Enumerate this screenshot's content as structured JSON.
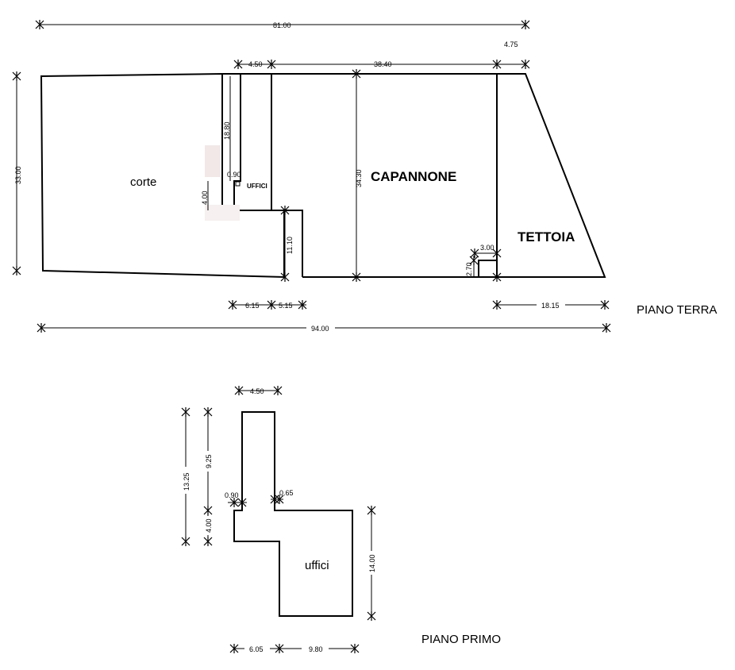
{
  "ground_floor": {
    "title": "PIANO TERRA",
    "rooms": {
      "court": "corte",
      "warehouse": "CAPANNONE",
      "canopy": "TETTOIA",
      "offices": "UFFICI"
    },
    "dims": {
      "total_top": "81.00",
      "canopy_top": "4.75",
      "office_width": "4.50",
      "warehouse_width": "38.40",
      "depth_left": "33.00",
      "office_depth": "18.80",
      "small_gap": "0.90",
      "step_depth": "4.00",
      "warehouse_depth": "34.30",
      "lower_block": "11.10",
      "notch_width": "3.00",
      "notch_depth": "2.70",
      "bottom_a": "6.15",
      "bottom_b": "5.15",
      "canopy_bottom": "18.15",
      "total_bottom": "94.00"
    }
  },
  "first_floor": {
    "title": "PIANO PRIMO",
    "rooms": {
      "offices": "uffici"
    },
    "dims": {
      "top_width": "4.50",
      "left_total": "13.25",
      "left_upper": "9.25",
      "left_lower": "4.00",
      "offset_left": "0.90",
      "offset_right": "0.65",
      "right_height": "14.00",
      "bottom_a": "6.05",
      "bottom_b": "9.80"
    }
  }
}
